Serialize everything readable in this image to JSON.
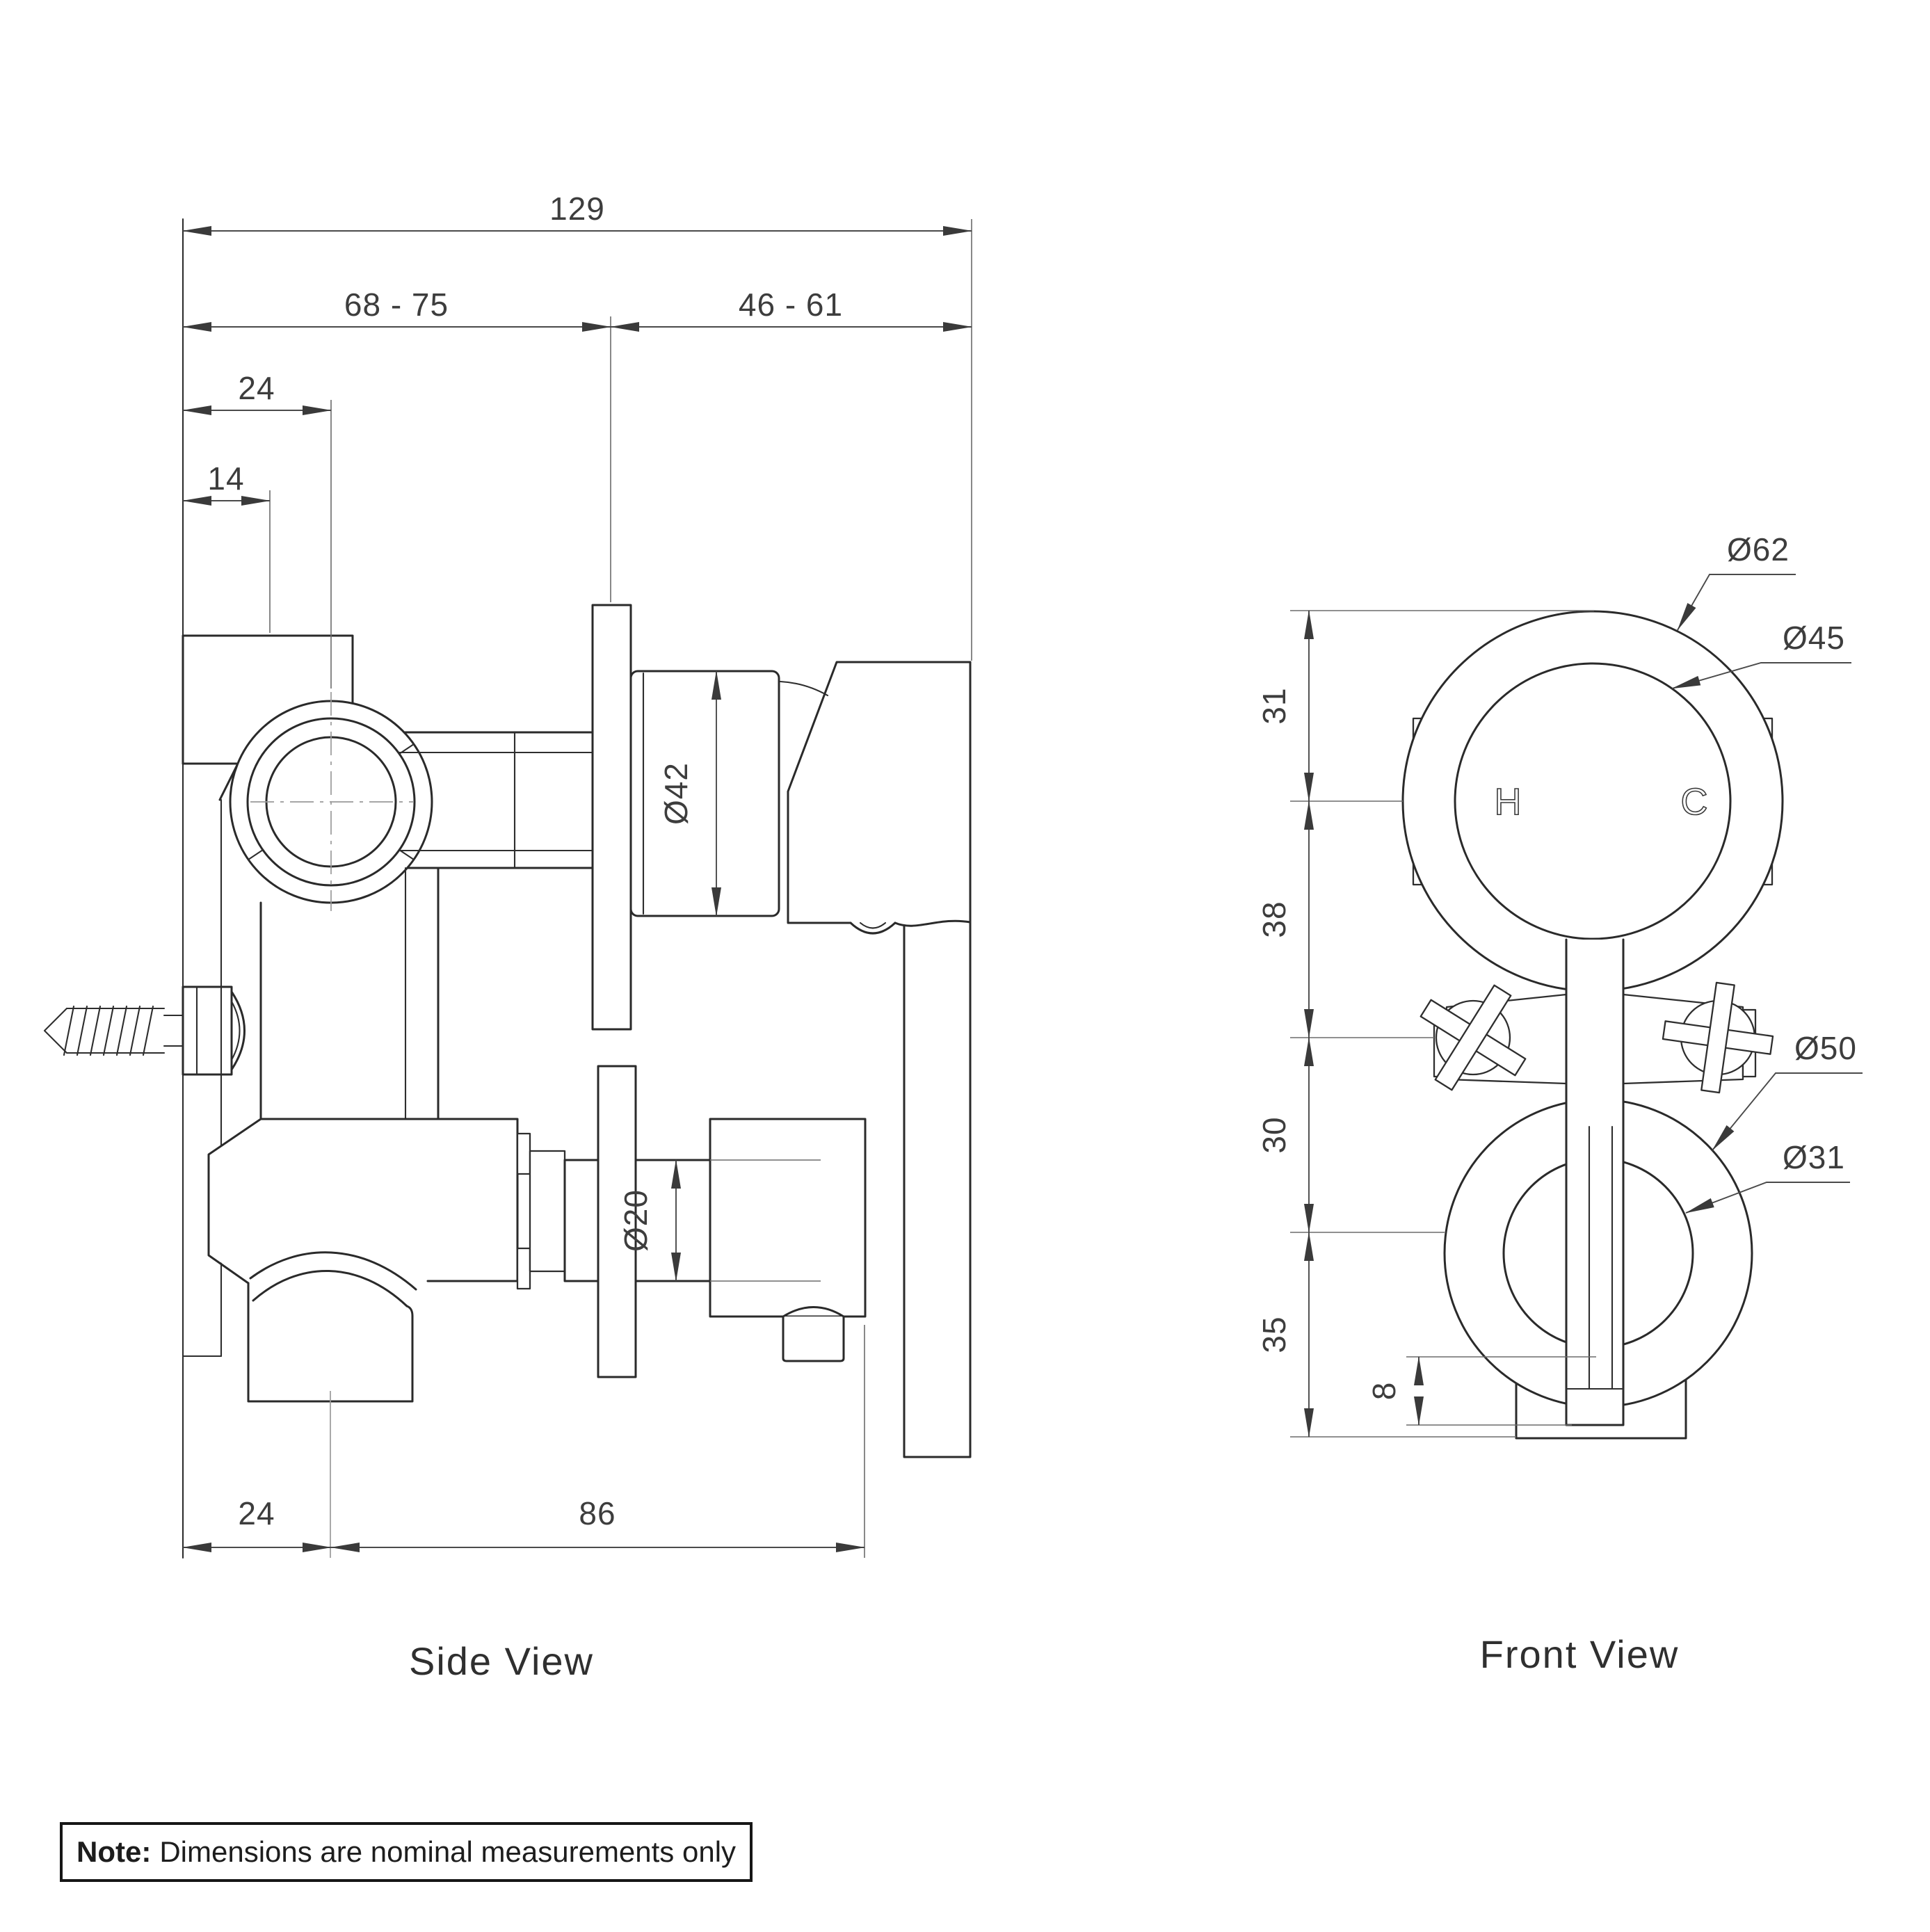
{
  "page": {
    "background": "#ffffff",
    "line_color": "#2a2a2a",
    "dim_color": "#4a4a4a",
    "centerline_color": "#9a9a9a"
  },
  "side_view": {
    "title": "Side View",
    "dim_total_depth": "129",
    "dim_wall_to_trim_range": "68 - 75",
    "dim_trim_to_handle_range": "46 - 61",
    "dim_inlet_center_offset": "24",
    "dim_body_offset": "14",
    "dim_trim_diameter": "Ø42",
    "dim_spout_neck_diameter": "Ø20",
    "dim_outlet_center_offset": "24",
    "dim_outlet_reach": "86"
  },
  "front_view": {
    "title": "Front View",
    "hot_label": "H",
    "cold_label": "C",
    "dim_dial_outer_diameter": "Ø62",
    "dim_dial_inner_diameter": "Ø45",
    "dim_lower_outer_diameter": "Ø50",
    "dim_lower_inner_diameter": "Ø31",
    "dim_segment_top": "31",
    "dim_segment_upper": "38",
    "dim_segment_middle": "30",
    "dim_segment_lower": "35",
    "dim_stem_step": "8"
  },
  "note": {
    "label": "Note:",
    "text": "Dimensions are nominal measurements only"
  }
}
